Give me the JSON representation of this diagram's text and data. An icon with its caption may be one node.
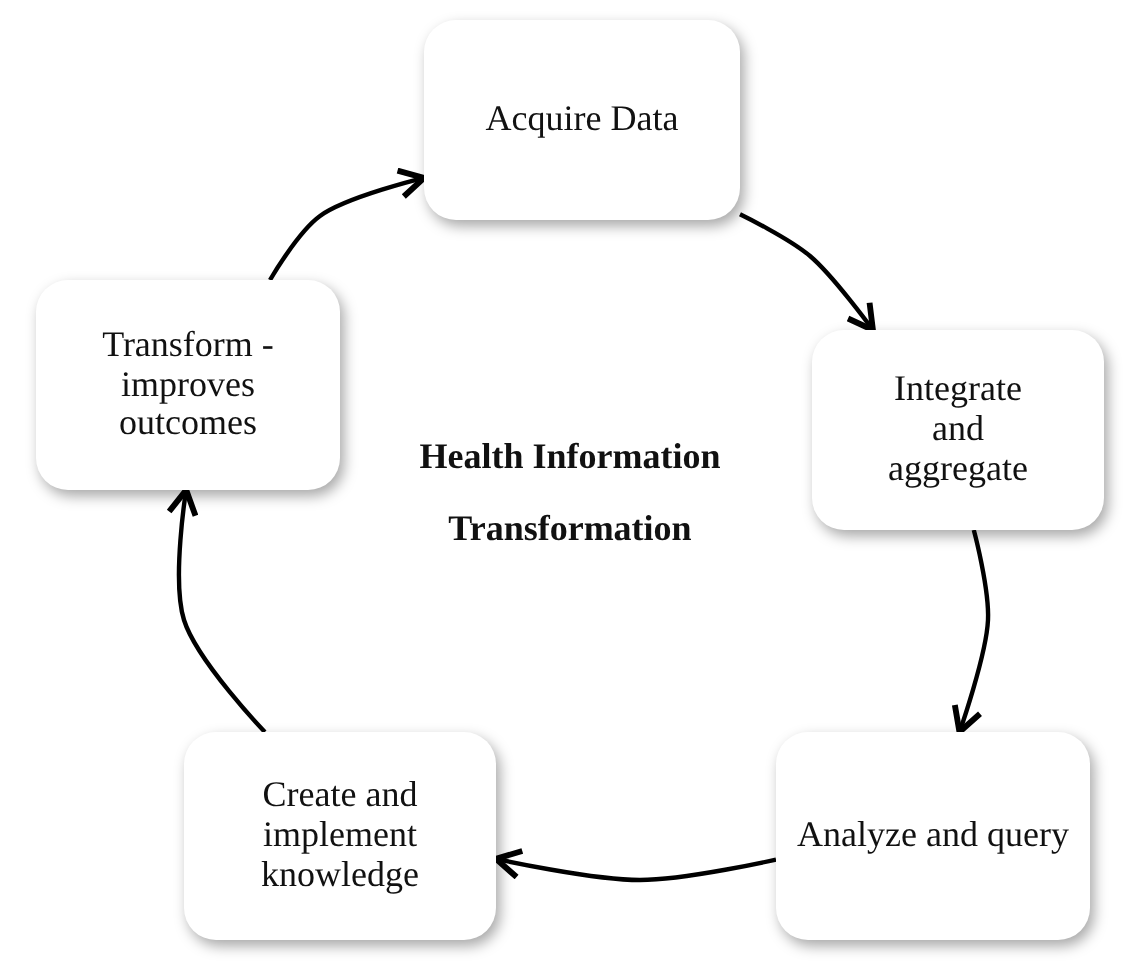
{
  "diagram": {
    "nodes": [
      {
        "text": [
          "Acquire Data"
        ]
      },
      {
        "text": [
          "Integrate and aggregate"
        ]
      },
      {
        "text": [
          "Analyze and query"
        ]
      },
      {
        "text": [
          "Create and implement knowledge"
        ]
      },
      {
        "text": [
          "Transform - improves outcomes"
        ]
      }
    ],
    "edges": [
      {
        "from": 0,
        "to": 1,
        "arrow": "to"
      },
      {
        "from": 1,
        "to": 2,
        "arrow": "to"
      },
      {
        "from": 2,
        "to": 3,
        "arrow": "to"
      },
      {
        "from": 3,
        "to": 4,
        "arrow": "to"
      },
      {
        "from": 4,
        "to": 0,
        "arrow": "to"
      }
    ],
    "labels": [
      "Health Information Transformation"
    ]
  }
}
